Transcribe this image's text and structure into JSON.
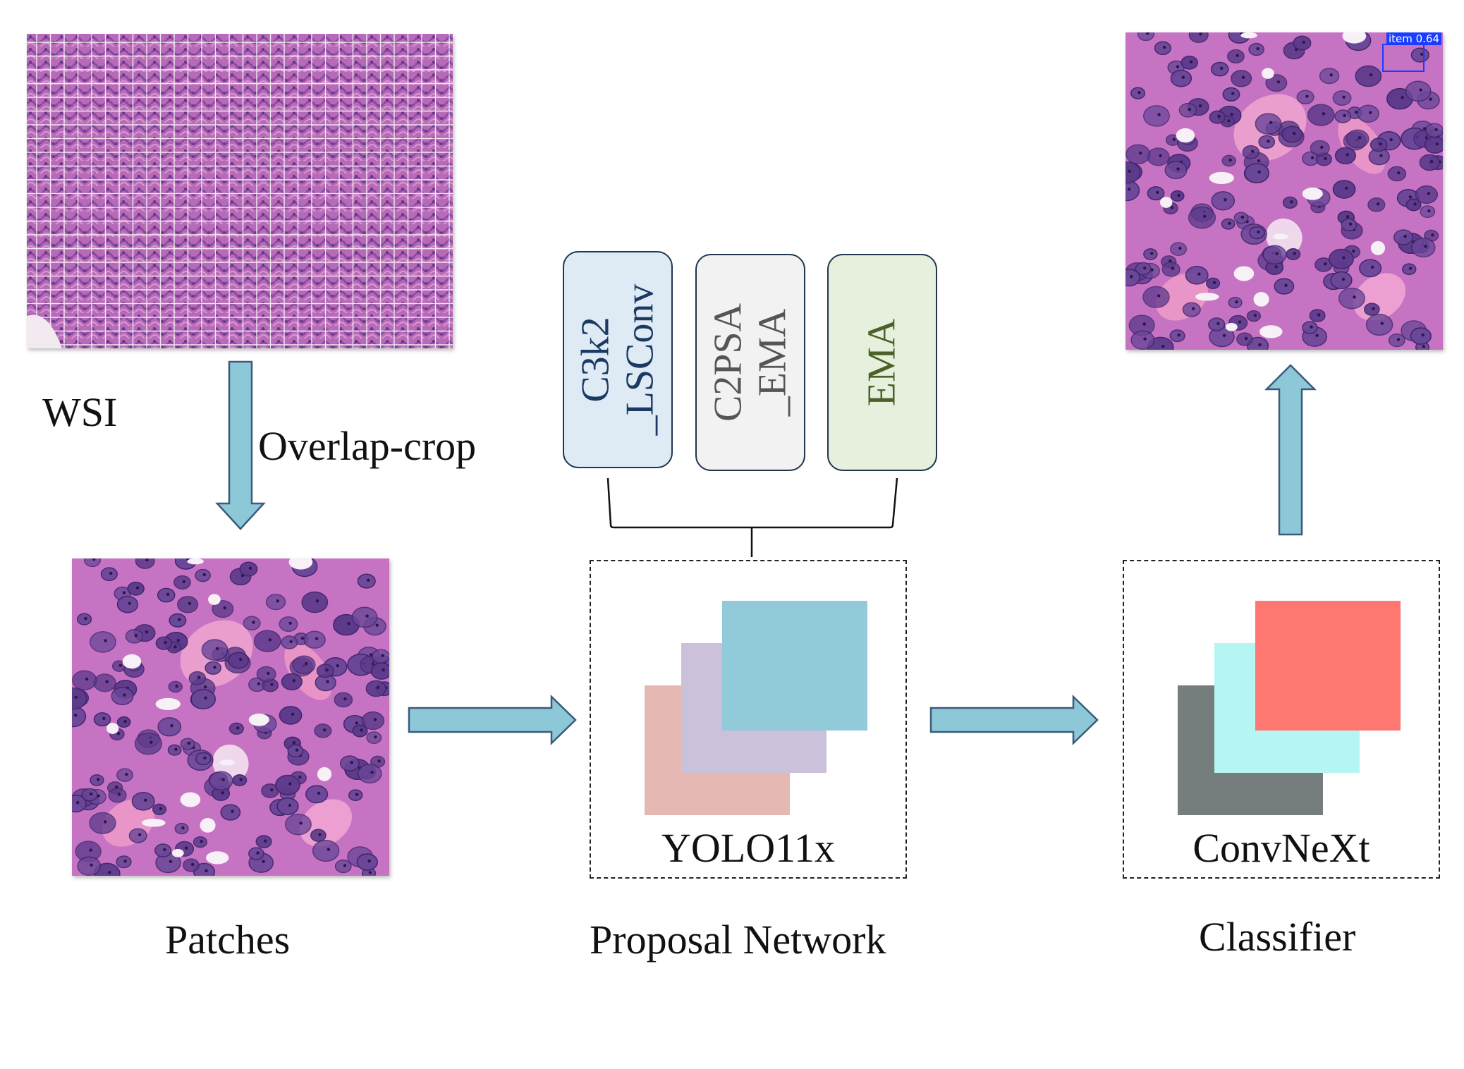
{
  "labels": {
    "wsi": "WSI",
    "overlap_crop": "Overlap-crop",
    "patches": "Patches",
    "proposal_network": "Proposal Network",
    "classifier": "Classifier",
    "yolo": "YOLO11x",
    "convnext": "ConvNeXt"
  },
  "modules": [
    {
      "lines": [
        "C3k2",
        "_LSConv"
      ],
      "fill": "#deebf5",
      "text_color": "#1b3a63"
    },
    {
      "lines": [
        "C2PSA",
        "_EMA"
      ],
      "fill": "#f2f2f2",
      "text_color": "#555555"
    },
    {
      "lines": [
        "EMA"
      ],
      "fill": "#e7f0dd",
      "text_color": "#4b6128"
    }
  ],
  "detection": {
    "label": "item 0.64",
    "color": "#1a3cff"
  },
  "colors": {
    "arrow_fill": "#8cc8d8",
    "arrow_stroke": "#3d5a78",
    "yolo_layers": [
      "#e5b8b3",
      "#cbc1da",
      "#91cad8"
    ],
    "convnext_layers": [
      "#757d7d",
      "#b5f5f2",
      "#fe7871"
    ],
    "tissue_pink": "#c773c3",
    "tissue_purple": "#5d3a8c"
  }
}
